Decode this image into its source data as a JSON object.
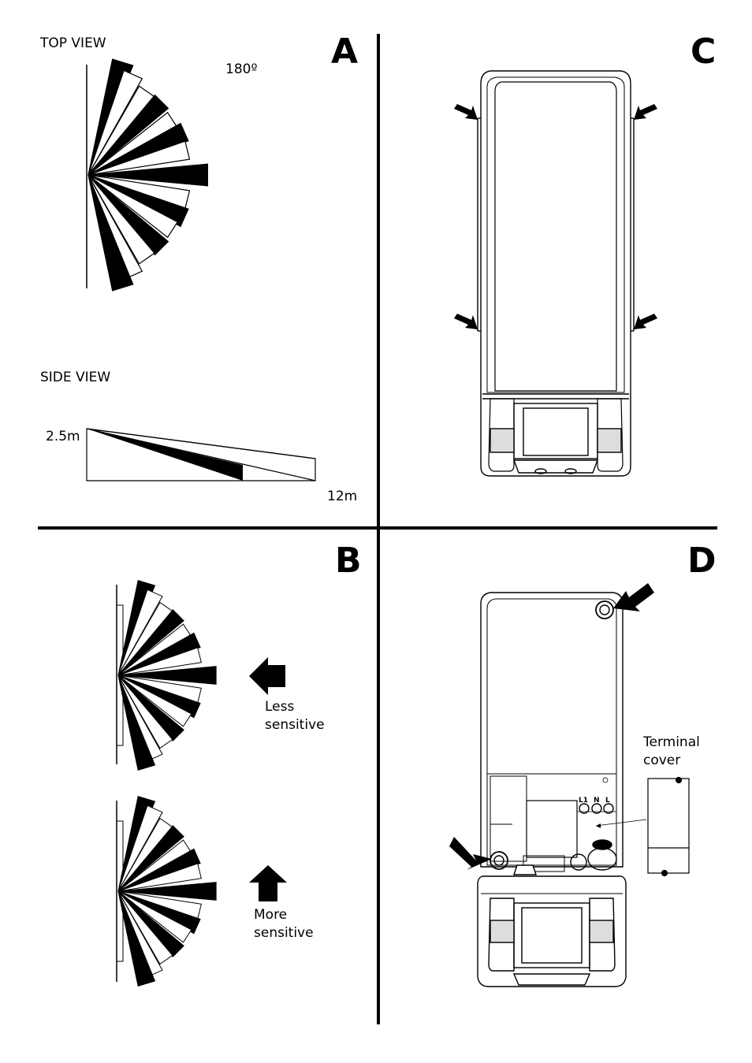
{
  "panels": {
    "a": {
      "letter": "A",
      "top_view_label": "TOP VIEW",
      "angle_label": "180º",
      "side_view_label": "SIDE VIEW",
      "height_label": "2.5m",
      "range_label": "12m"
    },
    "b": {
      "letter": "B",
      "less_line1": "Less",
      "less_line2": "sensitive",
      "more_line1": "More",
      "more_line2": "sensitive"
    },
    "c": {
      "letter": "C"
    },
    "d": {
      "letter": "D",
      "terminal_line1": "Terminal",
      "terminal_line2": "cover",
      "terminal_l1": "L1",
      "terminal_n": "N",
      "terminal_l": "L"
    }
  },
  "icons": [
    "arrow-icon",
    "lens-fan-icon"
  ]
}
